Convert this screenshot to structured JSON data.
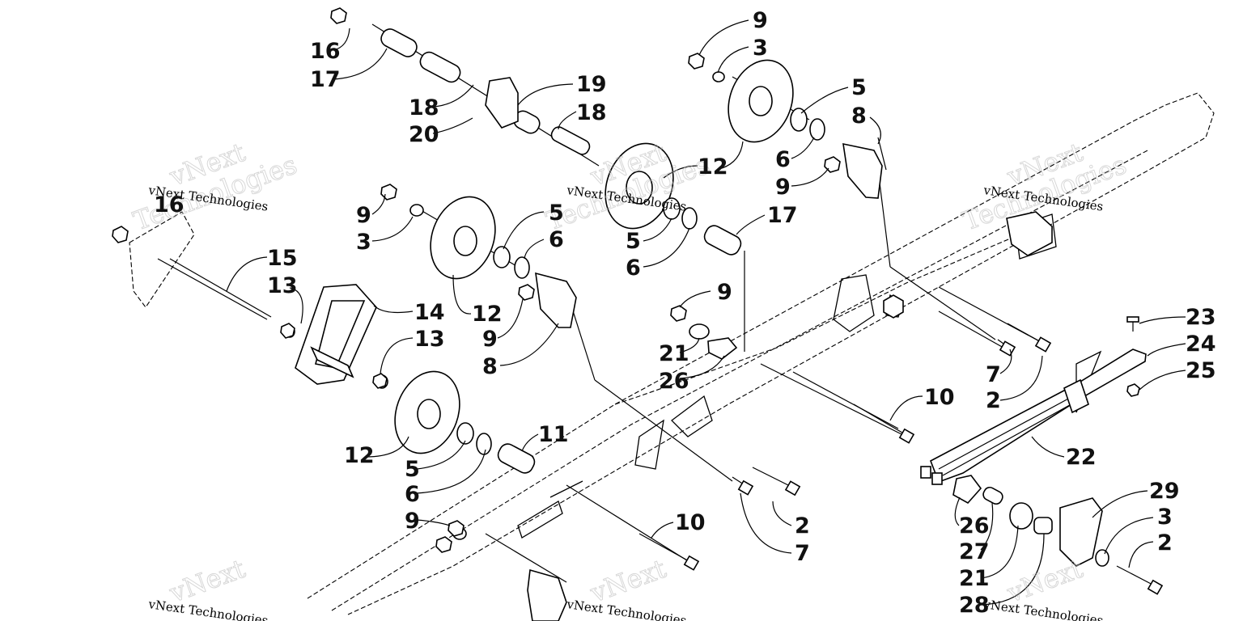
{
  "callouts": [
    {
      "id": "c1",
      "text": "16"
    },
    {
      "id": "c2",
      "text": "17"
    },
    {
      "id": "c3",
      "text": "18"
    },
    {
      "id": "c4",
      "text": "20"
    },
    {
      "id": "c5",
      "text": "19"
    },
    {
      "id": "c6",
      "text": "18"
    },
    {
      "id": "c7",
      "text": "9"
    },
    {
      "id": "c8",
      "text": "3"
    },
    {
      "id": "c9",
      "text": "5"
    },
    {
      "id": "c10",
      "text": "8"
    },
    {
      "id": "c11",
      "text": "6"
    },
    {
      "id": "c12",
      "text": "9"
    },
    {
      "id": "c13",
      "text": "12"
    },
    {
      "id": "c14",
      "text": "17"
    },
    {
      "id": "c15",
      "text": "5"
    },
    {
      "id": "c16",
      "text": "6"
    },
    {
      "id": "c17",
      "text": "16"
    },
    {
      "id": "c18",
      "text": "9"
    },
    {
      "id": "c19",
      "text": "3"
    },
    {
      "id": "c20",
      "text": "5"
    },
    {
      "id": "c21",
      "text": "6"
    },
    {
      "id": "c22",
      "text": "15"
    },
    {
      "id": "c23",
      "text": "13"
    },
    {
      "id": "c24",
      "text": "14"
    },
    {
      "id": "c25",
      "text": "13"
    },
    {
      "id": "c26",
      "text": "12"
    },
    {
      "id": "c27",
      "text": "9"
    },
    {
      "id": "c28",
      "text": "8"
    },
    {
      "id": "c29",
      "text": "9"
    },
    {
      "id": "c30",
      "text": "21"
    },
    {
      "id": "c31",
      "text": "26"
    },
    {
      "id": "c32",
      "text": "23"
    },
    {
      "id": "c33",
      "text": "24"
    },
    {
      "id": "c34",
      "text": "25"
    },
    {
      "id": "c35",
      "text": "7"
    },
    {
      "id": "c36",
      "text": "2"
    },
    {
      "id": "c37",
      "text": "10"
    },
    {
      "id": "c38",
      "text": "22"
    },
    {
      "id": "c39",
      "text": "11"
    },
    {
      "id": "c40",
      "text": "12"
    },
    {
      "id": "c41",
      "text": "5"
    },
    {
      "id": "c42",
      "text": "6"
    },
    {
      "id": "c43",
      "text": "2"
    },
    {
      "id": "c44",
      "text": "7"
    },
    {
      "id": "c45",
      "text": "10"
    },
    {
      "id": "c46",
      "text": "9"
    },
    {
      "id": "c47",
      "text": "29"
    },
    {
      "id": "c48",
      "text": "3"
    },
    {
      "id": "c49",
      "text": "2"
    },
    {
      "id": "c50",
      "text": "26"
    },
    {
      "id": "c51",
      "text": "27"
    },
    {
      "id": "c52",
      "text": "21"
    },
    {
      "id": "c53",
      "text": "28"
    }
  ],
  "watermark": {
    "brand": "vNext Technologies",
    "big_line1": "vNext",
    "big_line2": "Technologies"
  }
}
